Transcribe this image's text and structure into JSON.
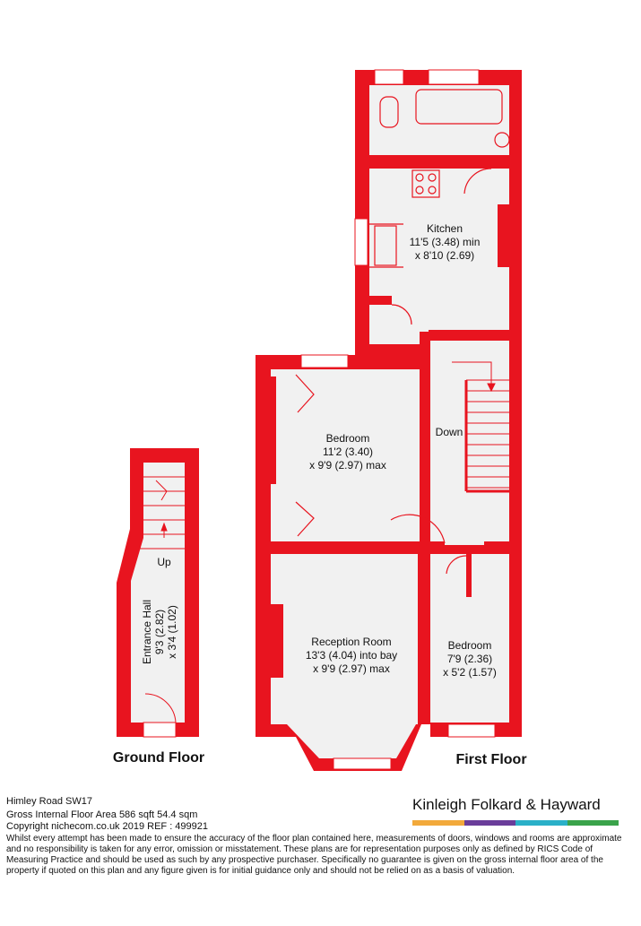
{
  "floors": {
    "ground": "Ground Floor",
    "first": "First Floor"
  },
  "rooms": {
    "kitchen": {
      "name": "Kitchen",
      "dim1": "11'5 (3.48) min",
      "dim2": "x 8'10 (2.69)"
    },
    "bedroom1": {
      "name": "Bedroom",
      "dim1": "11'2 (3.40)",
      "dim2": "x 9'9 (2.97) max"
    },
    "reception": {
      "name": "Reception Room",
      "dim1": "13'3 (4.04) into bay",
      "dim2": "x 9'9 (2.97) max"
    },
    "bedroom2": {
      "name": "Bedroom",
      "dim1": "7'9 (2.36)",
      "dim2": "x 5'2 (1.57)"
    },
    "entrance": {
      "name": "Entrance Hall",
      "dim1": "9'3 (2.82)",
      "dim2": "x 3'4 (1.02)"
    }
  },
  "stairs": {
    "down": "Down",
    "up": "Up"
  },
  "footer": {
    "address": "Himley Road SW17",
    "area": "Gross Internal Floor Area 586 sqft 54.4 sqm",
    "copyright": "Copyright nichecom.co.uk 2019 REF : 499921",
    "disclaimer": "Whilst every attempt has been made to ensure the accuracy of the floor plan contained here, measurements of doors, windows and rooms are approximate and no responsibility is taken for any error, omission or misstatement.  These plans are for representation purposes only as defined by RICS Code of Measuring Practice and should be used as such by any prospective purchaser.  Specifically no guarantee is given on the gross internal floor area of the property if quoted on this plan and any figure given is for initial guidance only and should not be relied on as a basis of valuation."
  },
  "brand": {
    "name": "Kinleigh Folkard & Hayward",
    "bar_colors": [
      "#f2a93b",
      "#6a3d9a",
      "#2ab0c8",
      "#3aa34a"
    ]
  },
  "colors": {
    "wall": "#e8141f",
    "floor": "#f1f1f1"
  }
}
